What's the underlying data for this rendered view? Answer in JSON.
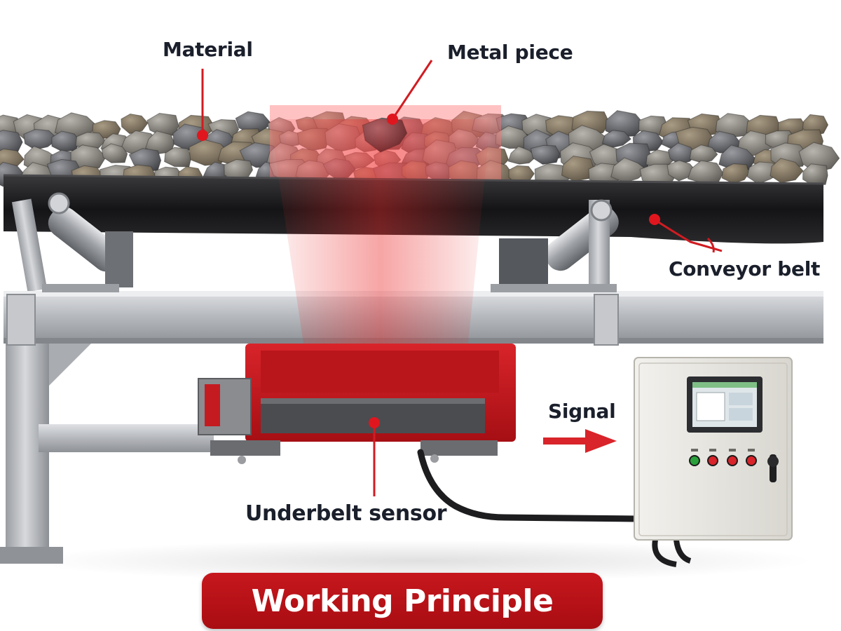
{
  "labels": {
    "material": "Material",
    "metal_piece": "Metal piece",
    "conveyor_belt": "Conveyor belt",
    "underbelt_sensor": "Underbelt sensor",
    "signal": "Signal"
  },
  "title": "Working Principle",
  "colors": {
    "accent_red": "#c8161d",
    "steel": "#b9bcc1",
    "belt": "#1c1c1e",
    "cabinet": "#e4e2dc",
    "label_text": "#1a1f2b"
  }
}
